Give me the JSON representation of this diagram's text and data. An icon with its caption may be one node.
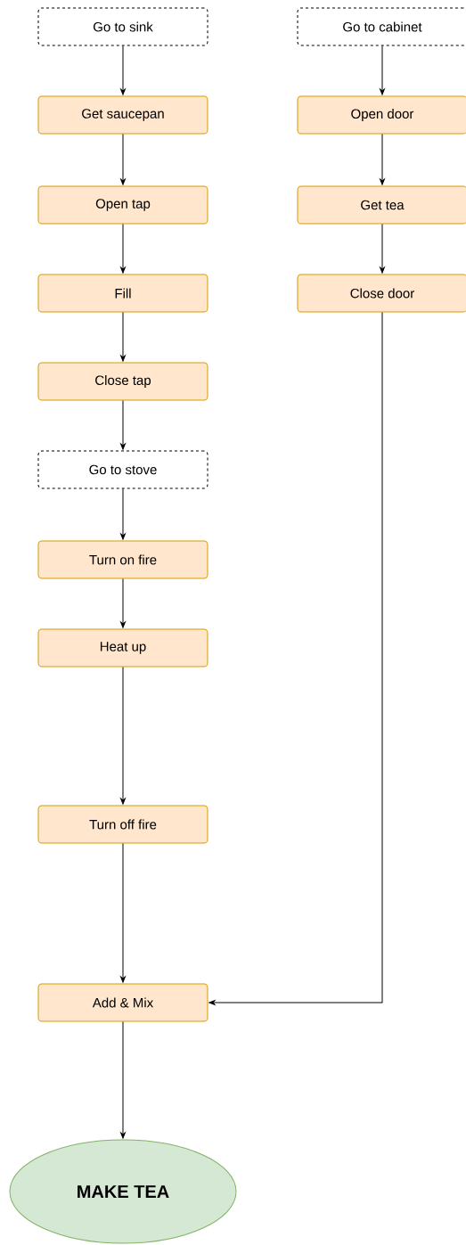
{
  "diagram": {
    "nodes": [
      {
        "text": [
          "Go to sink"
        ]
      },
      {
        "text": [
          "Get saucepan"
        ]
      },
      {
        "text": [
          "Open tap"
        ]
      },
      {
        "text": [
          "Fill"
        ]
      },
      {
        "text": [
          "Close tap"
        ]
      },
      {
        "text": [
          "Go to stove"
        ]
      },
      {
        "text": [
          "Turn on fire"
        ]
      },
      {
        "text": [
          "Heat up"
        ]
      },
      {
        "text": [
          "Turn off fire"
        ]
      },
      {
        "text": [
          "Add & Mix"
        ]
      },
      {
        "text": [
          "MAKE TEA"
        ]
      },
      {
        "text": [
          "Go to cabinet"
        ]
      },
      {
        "text": [
          "Open door"
        ]
      },
      {
        "text": [
          "Get tea"
        ]
      },
      {
        "text": [
          "Close door"
        ]
      }
    ],
    "edges": [
      {
        "from": 0,
        "to": 1,
        "arrow": "to"
      },
      {
        "from": 1,
        "to": 2,
        "arrow": "to"
      },
      {
        "from": 2,
        "to": 3,
        "arrow": "to"
      },
      {
        "from": 3,
        "to": 4,
        "arrow": "to"
      },
      {
        "from": 4,
        "to": 5,
        "arrow": "to"
      },
      {
        "from": 5,
        "to": 6,
        "arrow": "to"
      },
      {
        "from": 6,
        "to": 7,
        "arrow": "to"
      },
      {
        "from": 7,
        "to": 8,
        "arrow": "to"
      },
      {
        "from": 8,
        "to": 9,
        "arrow": "to"
      },
      {
        "from": 9,
        "to": 10,
        "arrow": "to"
      },
      {
        "from": 11,
        "to": 12,
        "arrow": "to"
      },
      {
        "from": 12,
        "to": 13,
        "arrow": "to"
      },
      {
        "from": 13,
        "to": 14,
        "arrow": "to"
      },
      {
        "from": 14,
        "to": 9,
        "arrow": "to"
      }
    ]
  }
}
